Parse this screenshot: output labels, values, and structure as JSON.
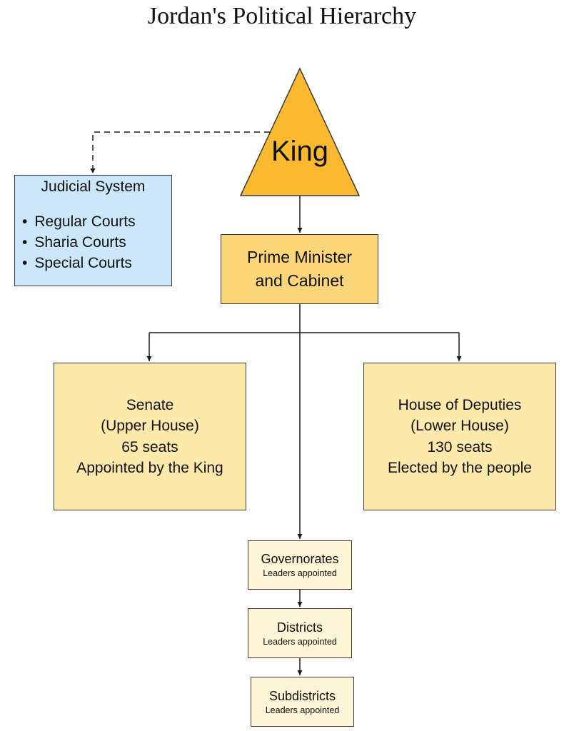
{
  "title": "Jordan's Political Hierarchy",
  "colors": {
    "king_fill": "#fbb92f",
    "judicial_fill": "#cce7f7",
    "cabinet_fill": "#fcd679",
    "house_fill": "#fde9a9",
    "local_fill": "#fef4d6",
    "line": "#3a3a3a"
  },
  "king": {
    "label": "King"
  },
  "judicial": {
    "title": "Judicial System",
    "courts": [
      "Regular Courts",
      "Sharia Courts",
      "Special Courts"
    ]
  },
  "cabinet": {
    "line1": "Prime Minister",
    "line2": "and Cabinet"
  },
  "senate": {
    "name": "Senate",
    "house_type": "(Upper House)",
    "seats": "65 seats",
    "selection": "Appointed by the King"
  },
  "deputies": {
    "name": "House of Deputies",
    "house_type": "(Lower House)",
    "seats": "130 seats",
    "selection": "Elected by the people"
  },
  "local_levels": [
    {
      "name": "Governorates",
      "note": "Leaders appointed"
    },
    {
      "name": "Districts",
      "note": "Leaders appointed"
    },
    {
      "name": "Subdistricts",
      "note": "Leaders appointed"
    }
  ]
}
